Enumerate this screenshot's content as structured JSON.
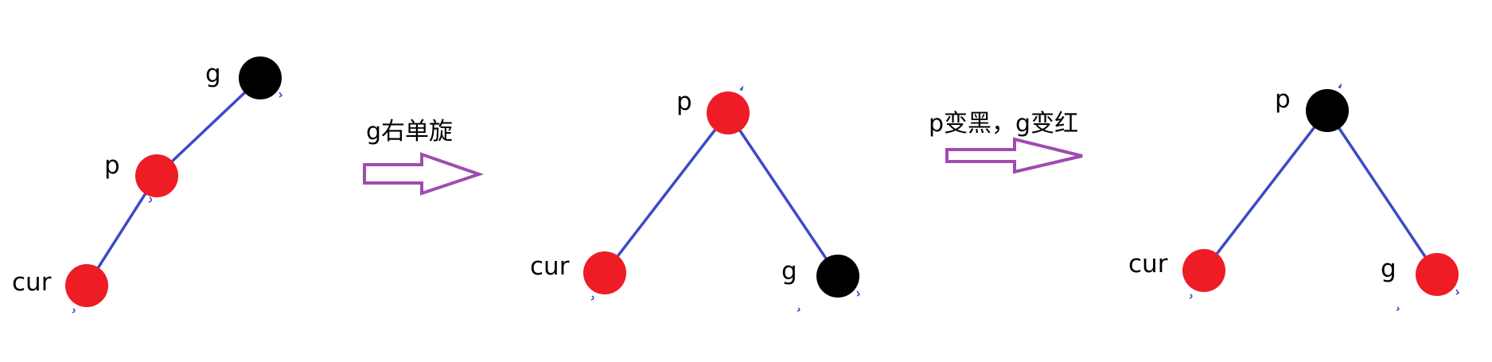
{
  "diagram": {
    "colors": {
      "red_node": "#ee1c25",
      "black_node": "#000000",
      "edge": "#3d49c6",
      "arrow": "#a04bb0"
    },
    "panels": [
      {
        "nodes": [
          {
            "label": "g",
            "color": "black"
          },
          {
            "label": "p",
            "color": "red"
          },
          {
            "label": "cur",
            "color": "red"
          }
        ]
      },
      {
        "nodes": [
          {
            "label": "p",
            "color": "red"
          },
          {
            "label": "cur",
            "color": "red"
          },
          {
            "label": "g",
            "color": "black"
          }
        ]
      },
      {
        "nodes": [
          {
            "label": "p",
            "color": "black"
          },
          {
            "label": "cur",
            "color": "red"
          },
          {
            "label": "g",
            "color": "red"
          }
        ]
      }
    ],
    "arrows": [
      {
        "label": "g右单旋"
      },
      {
        "label": "p变黑，g变红"
      }
    ]
  }
}
